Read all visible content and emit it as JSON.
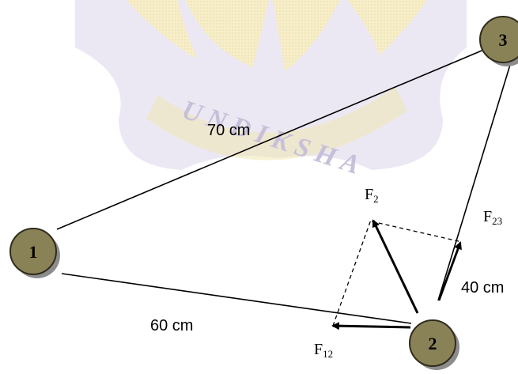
{
  "diagram": {
    "charges": [
      {
        "id": "charge-1",
        "label": "1"
      },
      {
        "id": "charge-2",
        "label": "2"
      },
      {
        "id": "charge-3",
        "label": "3"
      }
    ],
    "distances": {
      "d13": "70 cm",
      "d12": "60 cm",
      "d23": "40 cm"
    },
    "forces": {
      "f2": {
        "main": "F",
        "sub": "2"
      },
      "f12": {
        "main": "F",
        "sub": "12"
      },
      "f23": {
        "main": "F",
        "sub": "23"
      }
    },
    "watermark": {
      "text": "UNDIKSHA"
    },
    "colors": {
      "charge_fill": "#8a8257",
      "charge_stroke": "#2f2c1c",
      "charge_shadow": "#7a7a7a",
      "watermark": "#d9d2e6",
      "watermark_text": "#c9c2dc",
      "watermark_gold": "#f3e8b6"
    }
  }
}
